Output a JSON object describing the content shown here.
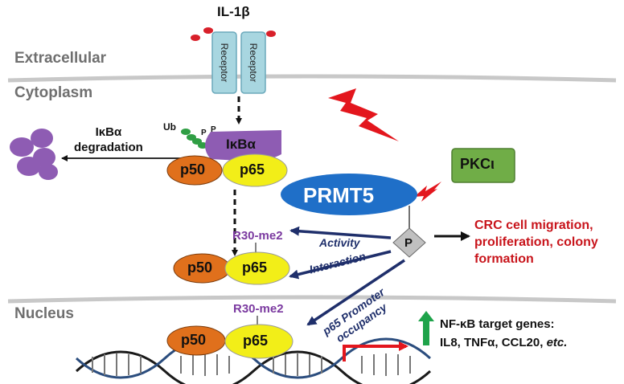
{
  "regions": {
    "extracellular": "Extracellular",
    "cytoplasm": "Cytoplasm",
    "nucleus": "Nucleus"
  },
  "ligand": "IL-1β",
  "receptor_left": "Receptor",
  "receptor_right": "Receptor",
  "ikba_degradation": "IκBα\ndegradation",
  "ub": "Ub",
  "phos_left": "P",
  "phos_right": "P",
  "ikba": "IκBα",
  "p50": "p50",
  "p65": "p65",
  "prmt5": "PRMT5",
  "pkc": "PKCι",
  "phospho_p": "P",
  "r30": "R30-me2",
  "activity": "Activity",
  "interaction": "Interaction",
  "promoter": "p65 Promoter\noccupancy",
  "crc": "CRC cell migration,\nproliferation, colony\nformation",
  "nfkb_title": "NF-κB target genes:",
  "nfkb_genes": "IL8, TNFα, CCL20, ",
  "nfkb_etc": "etc.",
  "colors": {
    "p50": "#e0701c",
    "p65": "#f2ee18",
    "ikba": "#8e5cb3",
    "prmt5": "#1f6fc8",
    "pkc": "#70ad47",
    "receptor": "#a8d6e0",
    "red_accent": "#e3161d",
    "green_arrow": "#1ea34a"
  }
}
